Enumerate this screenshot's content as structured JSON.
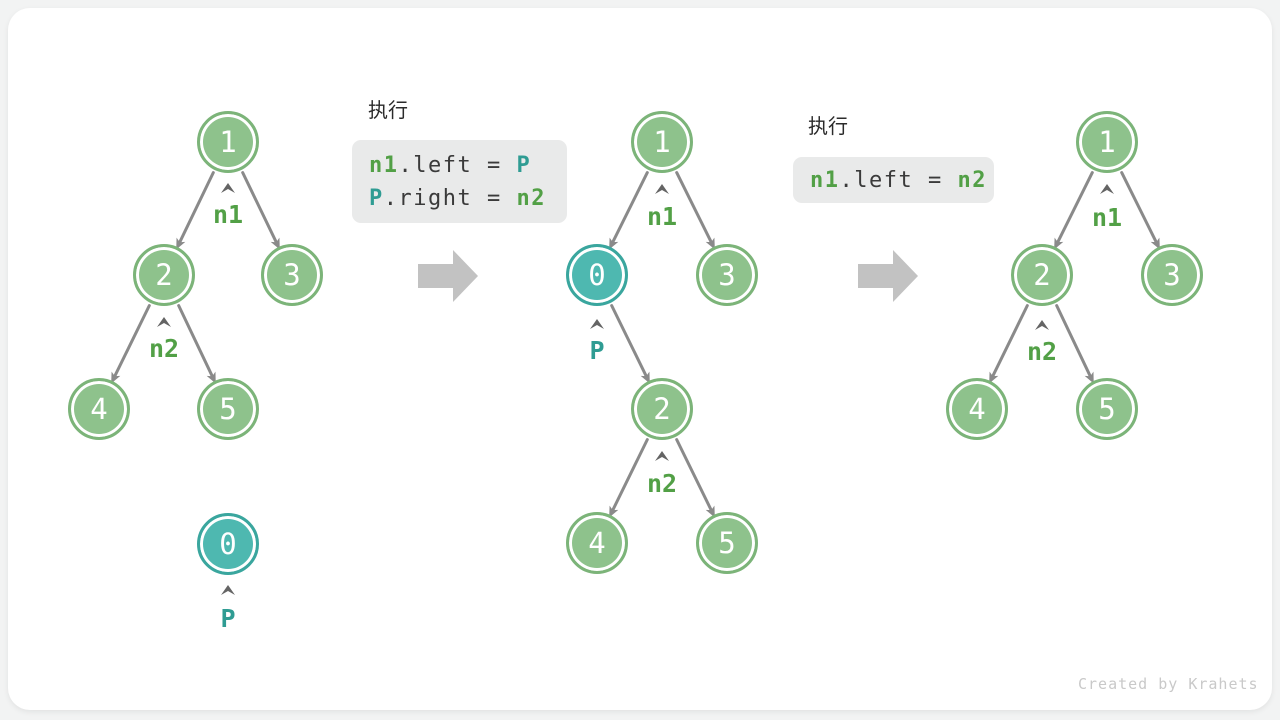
{
  "watermark": "Created by Krahets",
  "colors": {
    "green_fill": "#8ec28c",
    "green_stroke": "#7cb479",
    "teal_fill": "#4eb8b0",
    "teal_stroke": "#3aa69e",
    "edge_color": "#8a8a8a",
    "block_arrow": "#c2c2c2",
    "code_bg": "#e9eaea",
    "code_text": "#3a3a3a",
    "code_green": "#52a046",
    "code_teal": "#2f9c93",
    "watermark_color": "#c9c9c9"
  },
  "step1": {
    "tree_nodes": {
      "v1": "1",
      "v2": "2",
      "v3": "3",
      "v4": "4",
      "v5": "5",
      "vp": "0"
    },
    "pointers": {
      "n1": "n1",
      "n2": "n2",
      "p": "P"
    }
  },
  "step2": {
    "code": {
      "title": "执行",
      "line1_id1": "n1",
      "line1_op": ".left = ",
      "line1_id2": "P",
      "line2_id1": "P",
      "line2_op": ".right = ",
      "line2_id2": "n2"
    },
    "tree_nodes": {
      "v1": "1",
      "vp": "0",
      "v3": "3",
      "v2": "2",
      "v4": "4",
      "v5": "5"
    },
    "pointers": {
      "n1": "n1",
      "p": "P",
      "n2": "n2"
    }
  },
  "step3": {
    "code": {
      "title": "执行",
      "line1_id1": "n1",
      "line1_op": ".left = ",
      "line1_id2": "n2"
    },
    "tree_nodes": {
      "v1": "1",
      "v2": "2",
      "v3": "3",
      "v4": "4",
      "v5": "5"
    },
    "pointers": {
      "n1": "n1",
      "n2": "n2"
    }
  },
  "structure": {
    "tree1_edges": [
      "1->2",
      "1->3",
      "2->4",
      "2->5"
    ],
    "tree1_detached_node": "0",
    "tree2_edges": [
      "1->0",
      "1->3",
      "0->2",
      "2->4",
      "2->5"
    ],
    "tree3_edges": [
      "1->2",
      "1->3",
      "2->4",
      "2->5"
    ]
  }
}
